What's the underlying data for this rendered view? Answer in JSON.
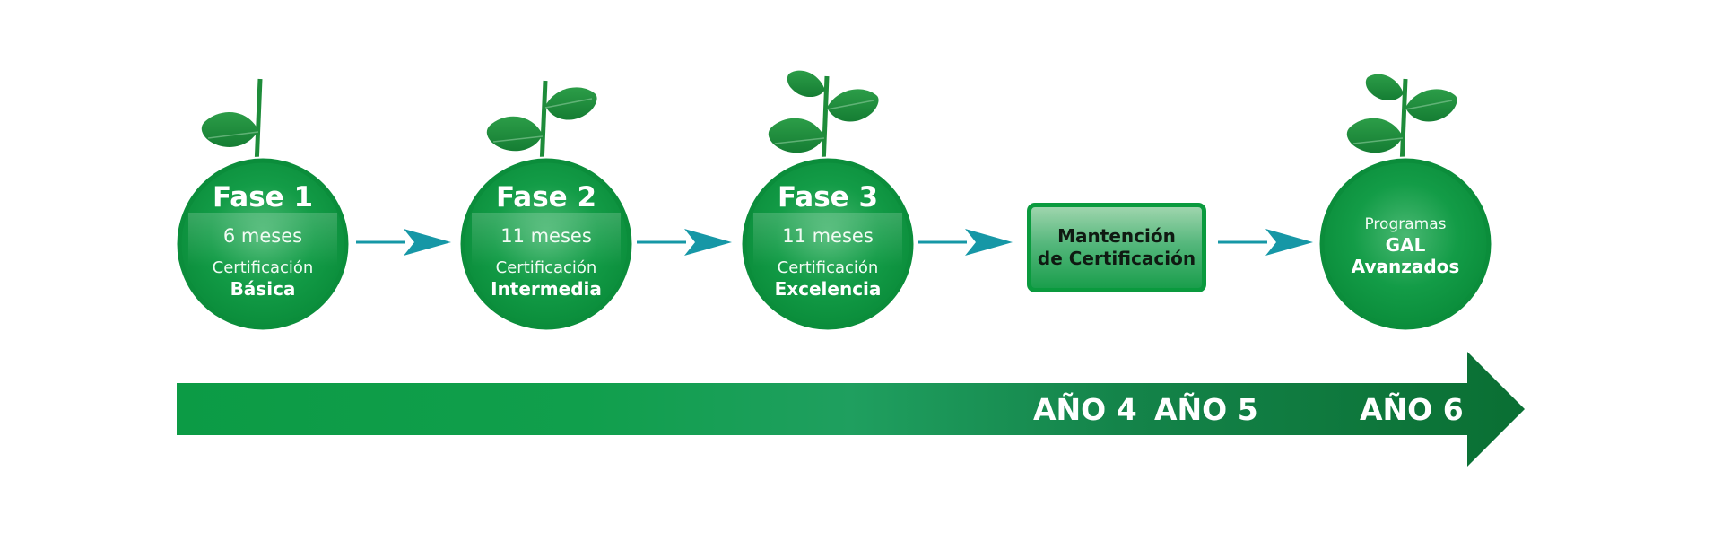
{
  "phases": [
    {
      "title": "Fase 1",
      "duration": "6 meses",
      "cert_label": "Certificación",
      "level": "Básica"
    },
    {
      "title": "Fase 2",
      "duration": "11 meses",
      "cert_label": "Certificación",
      "level": "Intermedia"
    },
    {
      "title": "Fase 3",
      "duration": "11 meses",
      "cert_label": "Certificación",
      "level": "Excelencia"
    }
  ],
  "maintenance": {
    "line1": "Mantención",
    "line2": "de Certificación"
  },
  "final": {
    "line1": "Programas",
    "line2": "GAL",
    "line3": "Avanzados"
  },
  "timeline": {
    "years": [
      "AÑO 4",
      "AÑO 5",
      "AÑO 6"
    ]
  },
  "colors": {
    "circle_green": "#0b9a40",
    "leaf_green": "#1e8c3a",
    "connector_teal": "#1697a6",
    "timeline_green": "#0c9b45",
    "timeline_dark": "#0a6f33"
  }
}
